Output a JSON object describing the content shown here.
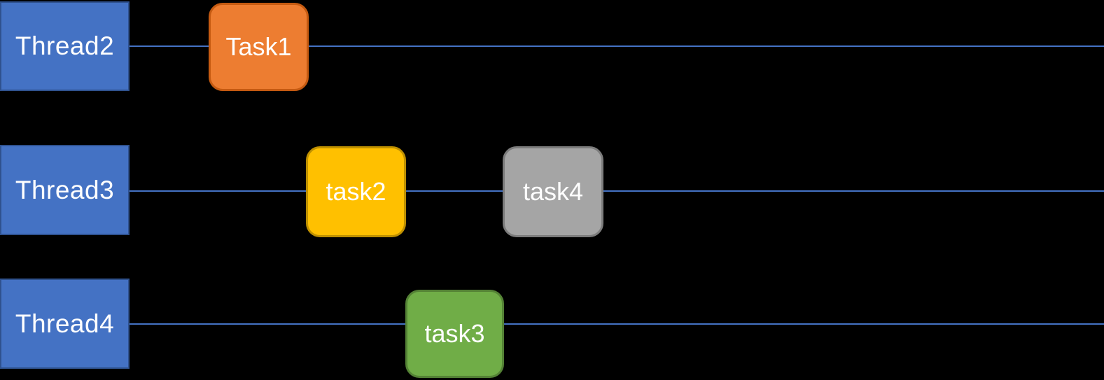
{
  "diagram": {
    "type": "thread-task-timeline",
    "background": "#000000",
    "text_color": "#FFFFFF",
    "line_color": "#4472C4",
    "thread_style": {
      "fill": "#4472C4",
      "border": "#2F528F"
    },
    "rows": [
      {
        "thread": {
          "label": "Thread2"
        },
        "tasks": [
          {
            "label": "Task1",
            "fill": "#ED7D31",
            "border": "#C55A11"
          }
        ]
      },
      {
        "thread": {
          "label": "Thread3"
        },
        "tasks": [
          {
            "label": "task2",
            "fill": "#FFC000",
            "border": "#BF9000"
          },
          {
            "label": "task4",
            "fill": "#A5A5A5",
            "border": "#7C7C7C"
          }
        ]
      },
      {
        "thread": {
          "label": "Thread4"
        },
        "tasks": [
          {
            "label": "task3",
            "fill": "#70AD47",
            "border": "#548235"
          }
        ]
      }
    ]
  }
}
